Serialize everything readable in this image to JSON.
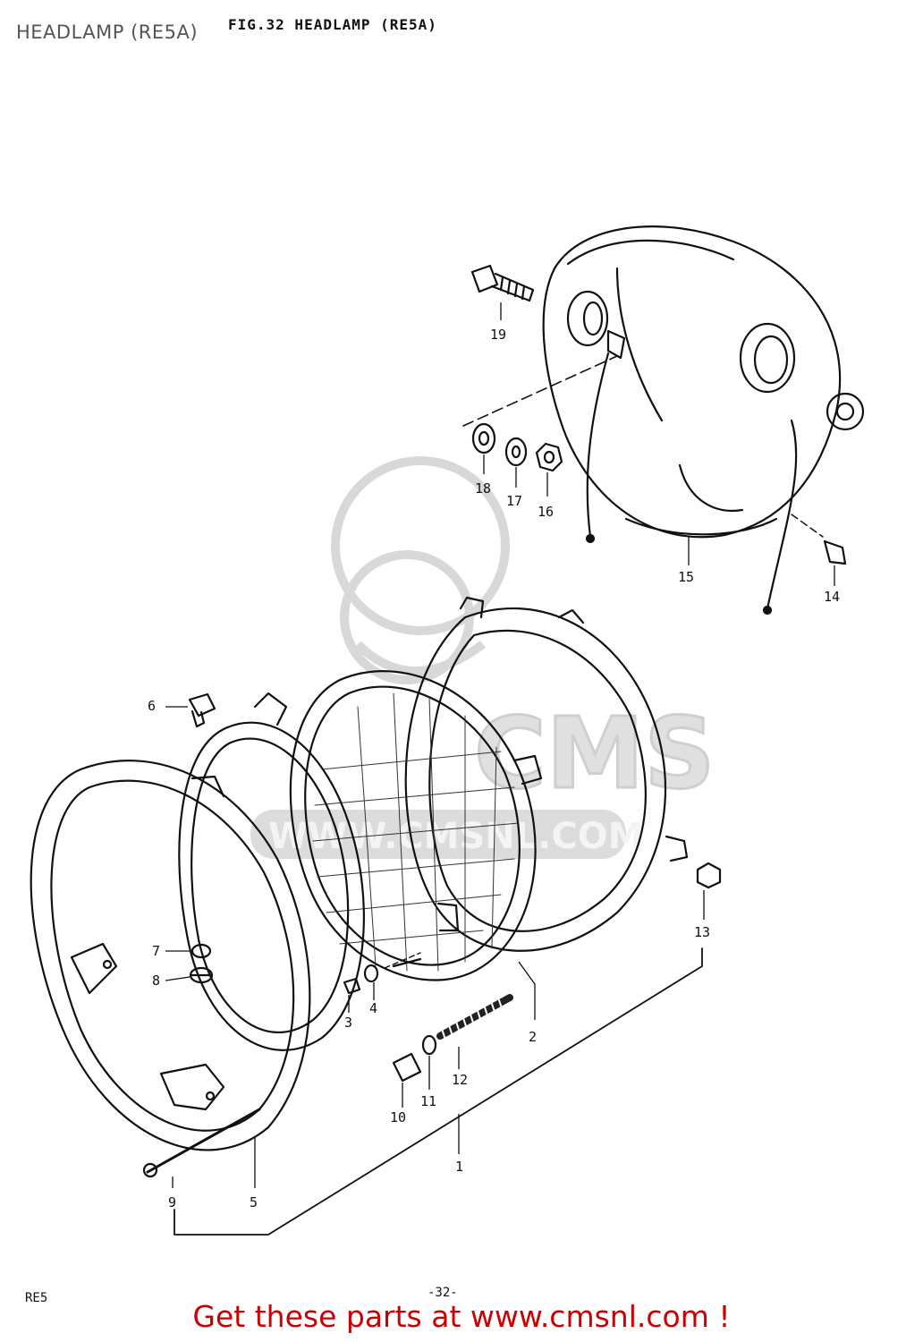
{
  "header": {
    "overlay_title": "HEADLAMP (RE5A)",
    "figure_title": "FIG.32  HEADLAMP (RE5A)"
  },
  "callouts": [
    "1",
    "2",
    "3",
    "4",
    "5",
    "6",
    "7",
    "8",
    "9",
    "10",
    "11",
    "12",
    "13",
    "14",
    "15",
    "16",
    "17",
    "18",
    "19"
  ],
  "footer": {
    "model_code": "RE5",
    "page_number": "-32-",
    "banner": "Get these parts at www.cmsnl.com !"
  },
  "watermark": {
    "text": "www.cmsnl.com",
    "logo": "CMS"
  },
  "colors": {
    "line": "#111111",
    "banner": "#cc0000",
    "watermark": "#d4d4d4"
  }
}
